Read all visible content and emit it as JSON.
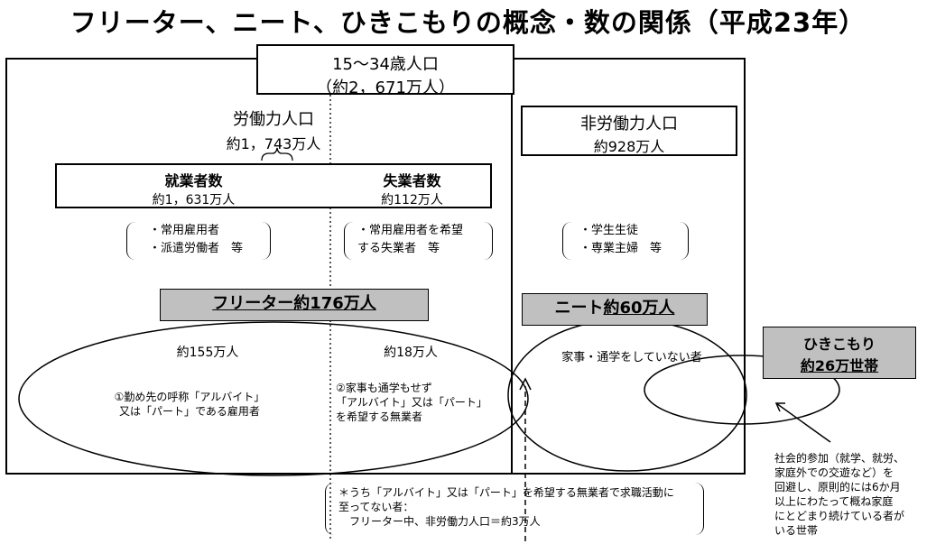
{
  "title": "フリーター、ニート、ひきこもりの概念・数の関係（平成23年）",
  "population": {
    "label": "15～34歳人口",
    "value": "（約2，671万人）"
  },
  "labor_force": {
    "label": "労働力人口",
    "value": "約1，743万人"
  },
  "non_labor_force": {
    "label": "非労働力人口",
    "value": "約928万人"
  },
  "employed": {
    "label": "就業者数",
    "value": "約1，631万人"
  },
  "unemployed": {
    "label": "失業者数",
    "value": "約112万人"
  },
  "employed_examples": [
    "・常用雇用者",
    "・派遣労働者　等"
  ],
  "unemployed_examples": [
    "・常用雇用者を希望",
    "する失業者　等"
  ],
  "non_labor_examples": [
    "・学生生徒",
    "・専業主婦　等"
  ],
  "freeter": {
    "prefix": "フリーター",
    "value": "約176万人"
  },
  "neet": {
    "prefix": "ニート",
    "value": "約60万人"
  },
  "hikikomori": {
    "label": "ひきこもり",
    "value": "約26万世帯"
  },
  "freeter_employed": "約155万人",
  "freeter_unemployed": "約18万人",
  "neet_desc": "家事・通学をしていない者",
  "freeter_def1": [
    "①勤め先の呼称「アルバイト」",
    "又は「パート」である雇用者"
  ],
  "freeter_def2": [
    "②家事も通学もせず",
    "「アルバイト」又は「パート」",
    "を希望する無業者"
  ],
  "footnote": [
    "＊うち「アルバイト」又は「パート」を希望する無業者で求職活動に",
    "至ってない者：",
    "　フリーター中、非労働力人口＝約3万人"
  ],
  "hikikomori_def": [
    "社会的参加（就学、就労、",
    "家庭外での交遊など）を",
    "回避し、原則的には6か月",
    "以上にわたって概ね家庭",
    "にとどまり続けている者が",
    "いる世帯"
  ]
}
